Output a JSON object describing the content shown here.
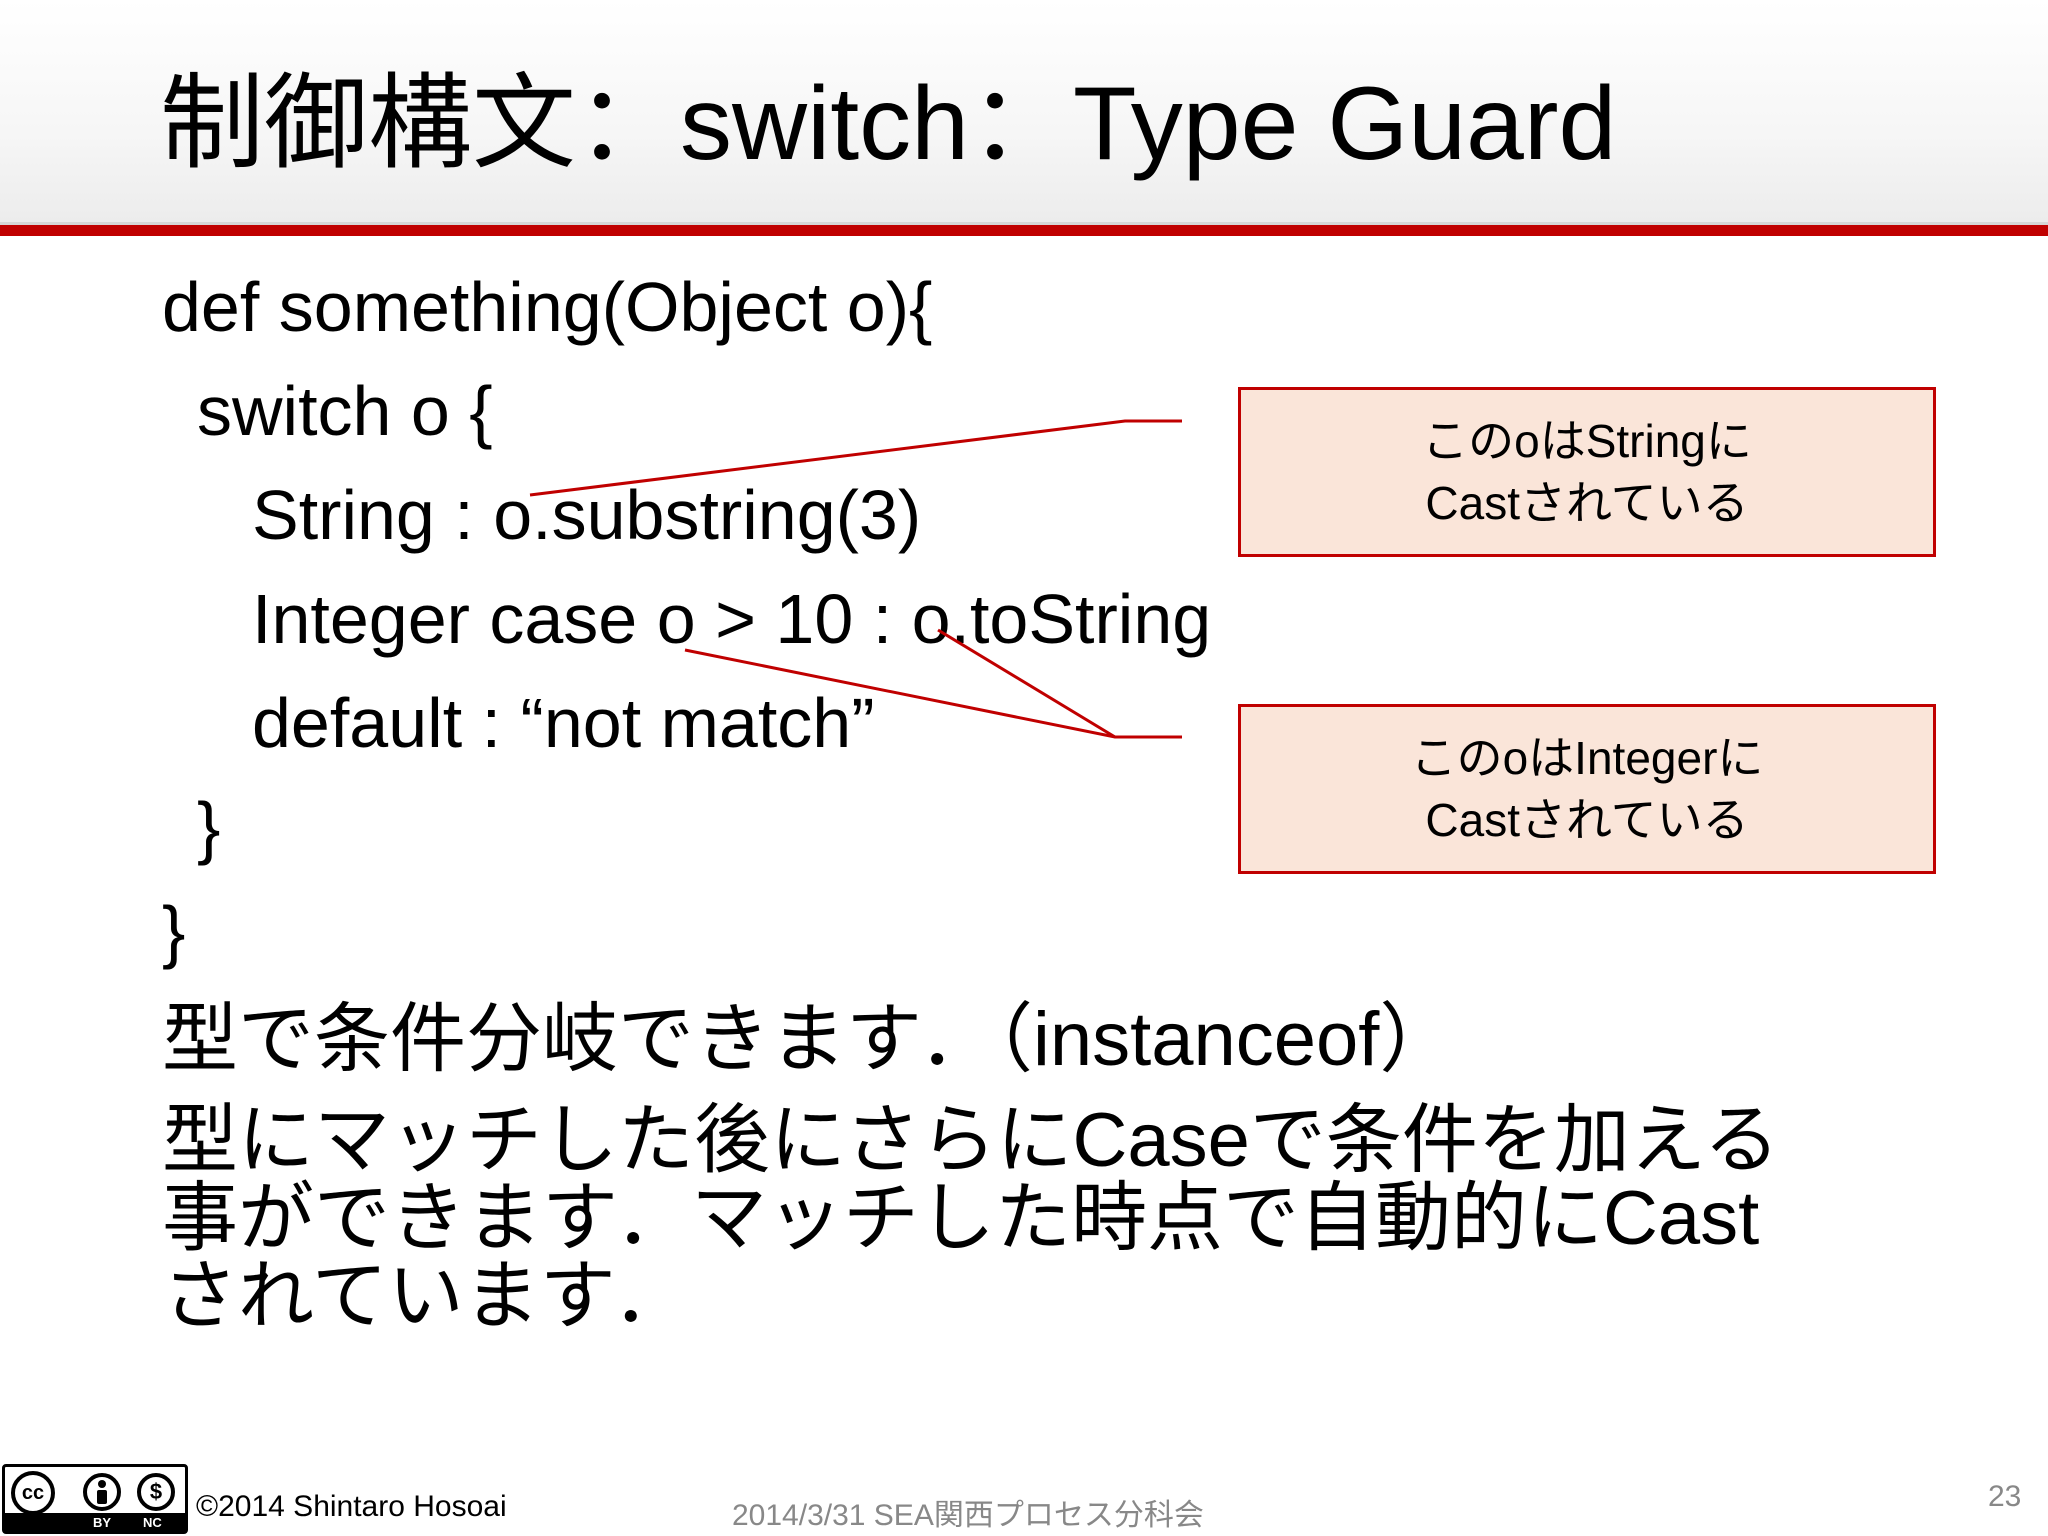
{
  "slide": {
    "title": "制御構文：switch：Type Guard",
    "title_jp": "制御構文：",
    "title_en": "switch：Type Guard",
    "code": [
      "def something(Object o){",
      "switch o {",
      "String : o.substring(3)",
      "Integer case o > 10 : o.toString",
      "default : “not match”",
      "}",
      "}"
    ],
    "notes": {
      "line1": "型で条件分岐できます．（instanceof）",
      "line2": "型にマッチした後にさらにCaseで条件を加える",
      "line3": "事ができます．マッチした時点で自動的にCast",
      "line4": "されています．"
    },
    "callouts": [
      {
        "line1": "このoはStringに",
        "line2": "Castされている"
      },
      {
        "line1": "このoはIntegerに",
        "line2": "Castされている"
      }
    ]
  },
  "footer": {
    "license": {
      "cc": "cc",
      "by": "BY",
      "nc": "NC",
      "attribution_icon": "person-icon",
      "noncommercial_icon": "no-dollar-icon"
    },
    "copyright": "©2014 Shintaro Hosoai",
    "event": "2014/3/31 SEA関西プロセス分科会",
    "page_number": "23"
  },
  "colors": {
    "accent": "#c00000",
    "callout_fill": "#fae5d9"
  }
}
